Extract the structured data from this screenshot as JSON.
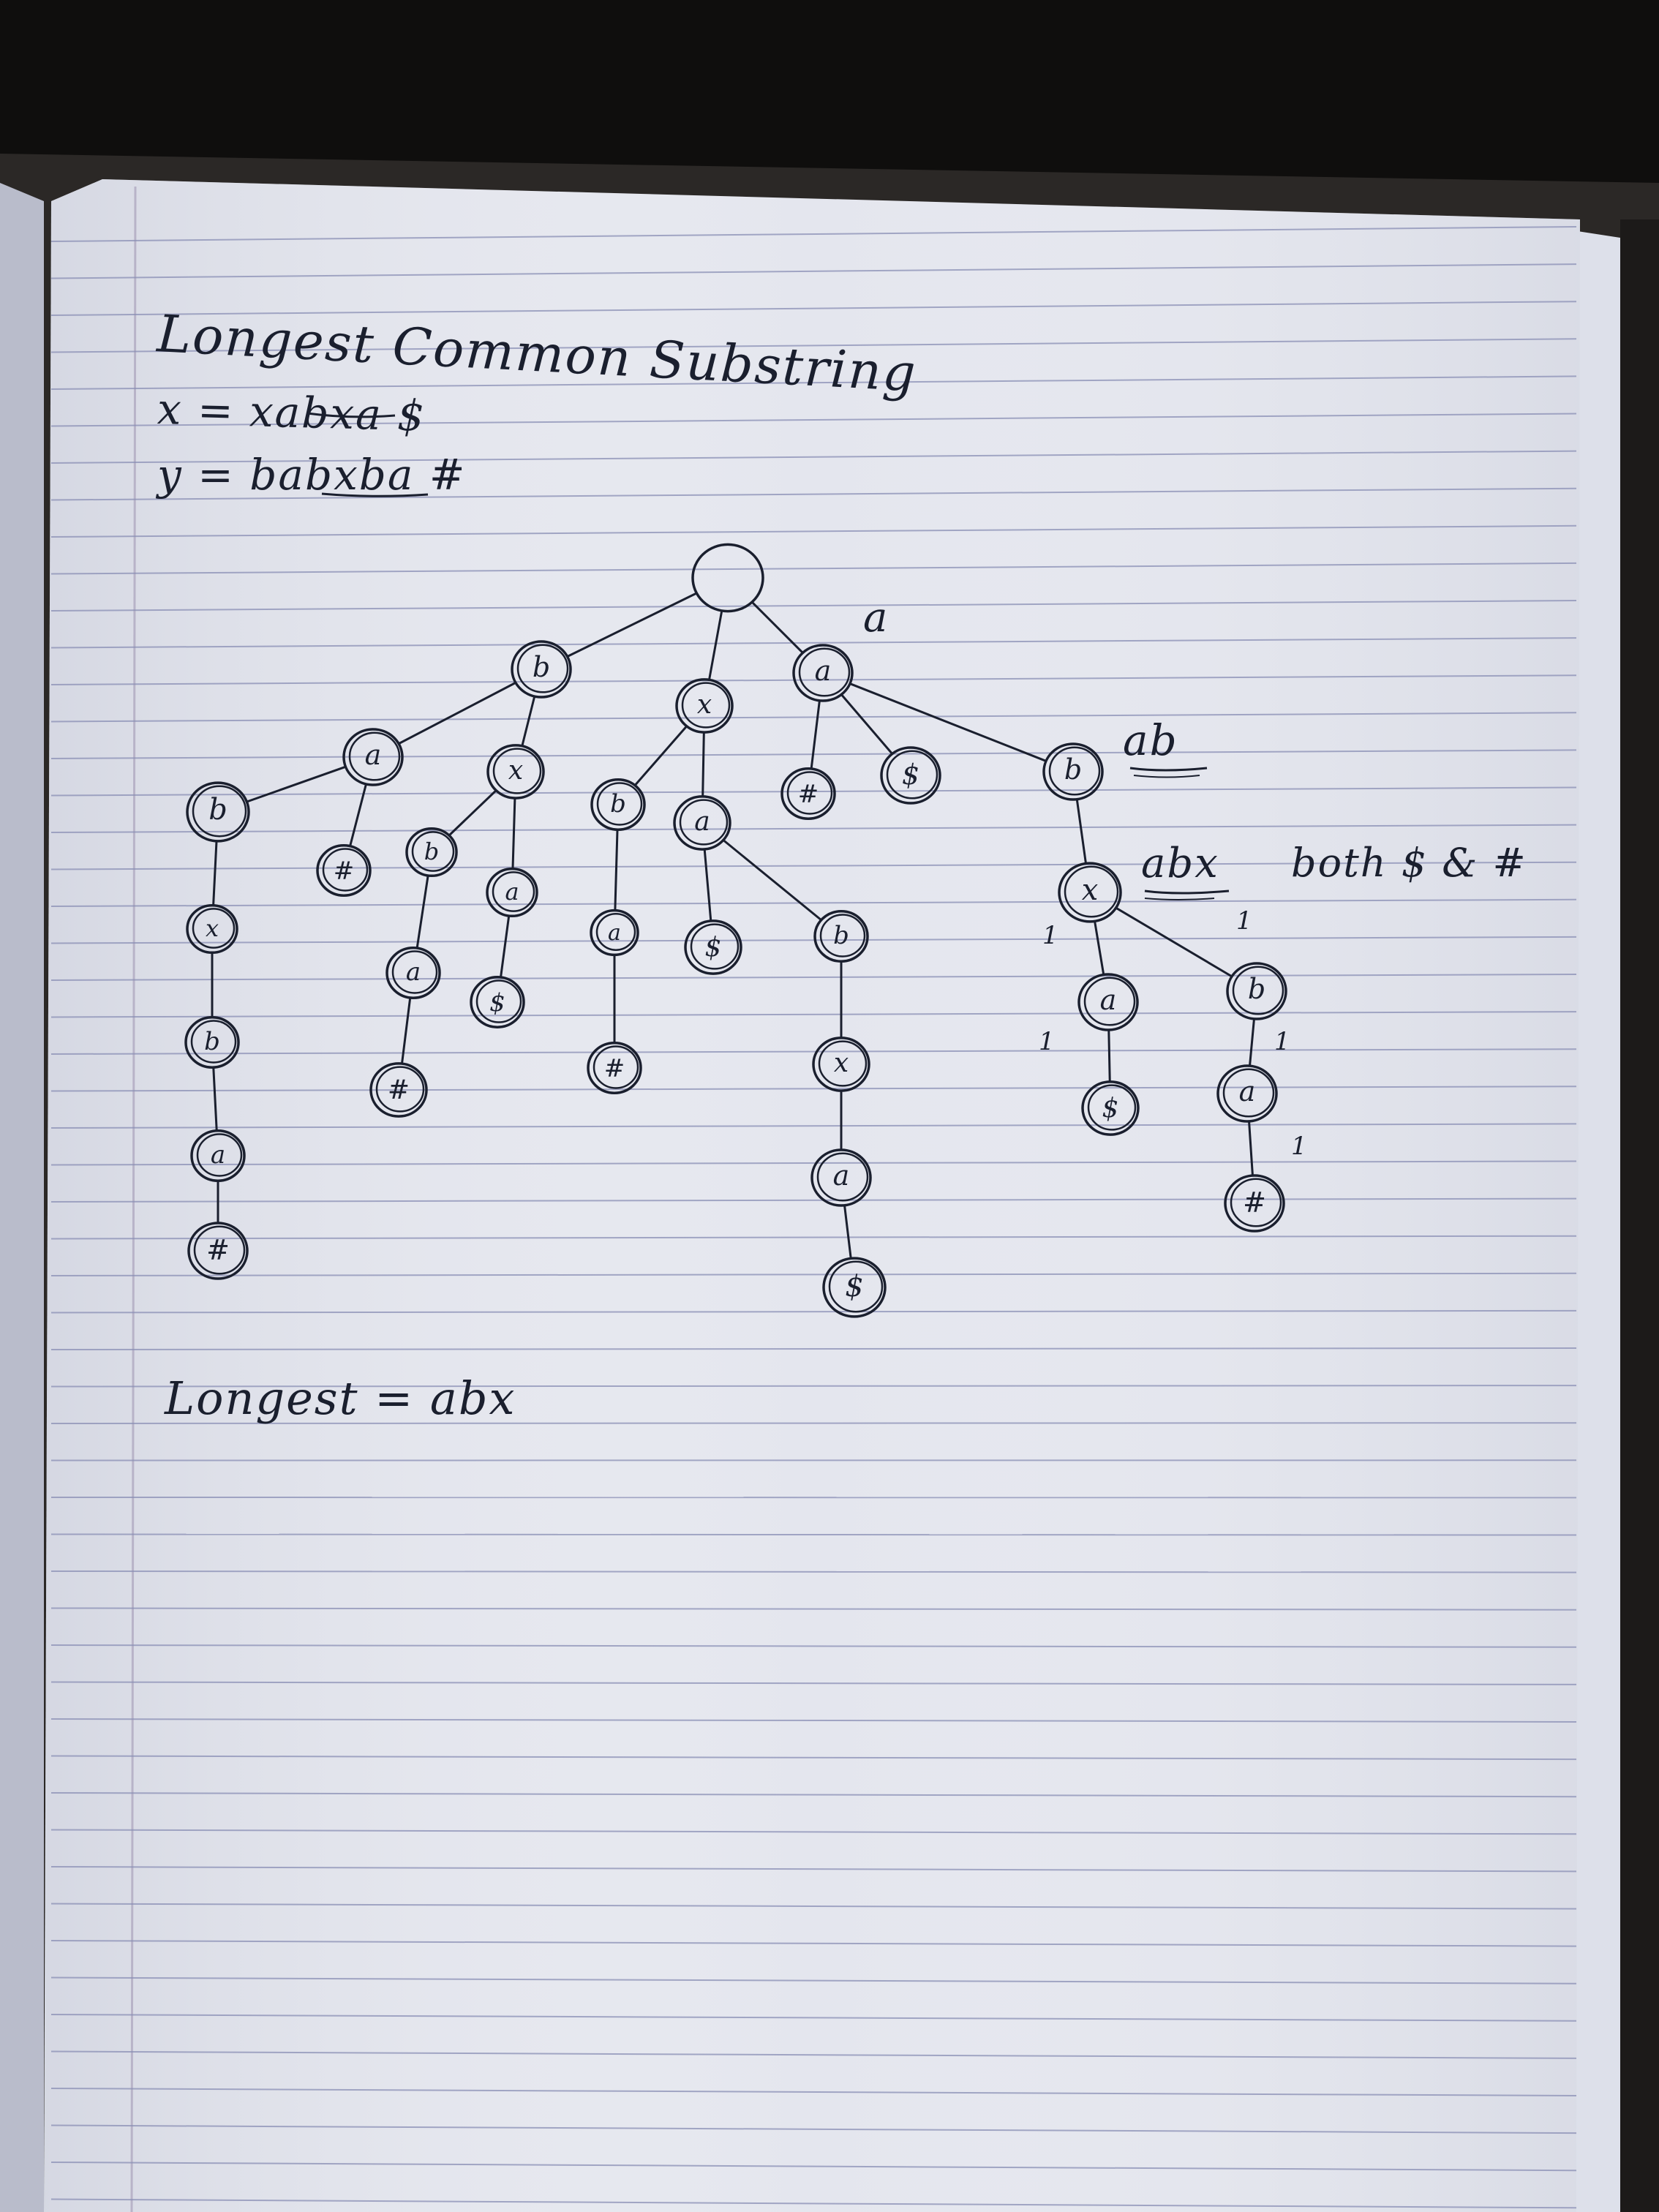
{
  "notes": {
    "title": "Longest Common Substring",
    "string_x": "x = xabxa $",
    "string_y": "y = babxba #",
    "edge_label_a": "a",
    "edge_label_ab": "ab",
    "edge_label_abx": "abx",
    "edge_note_both": "both $ & #",
    "edge_count_mark": "1",
    "answer": "Longest = abx"
  },
  "tree": {
    "nodes": [
      {
        "id": "root",
        "label": ""
      },
      {
        "id": "b1",
        "label": "b"
      },
      {
        "id": "x1",
        "label": "x"
      },
      {
        "id": "a1",
        "label": "a"
      },
      {
        "id": "a2",
        "label": "a"
      },
      {
        "id": "x2",
        "label": "x"
      },
      {
        "id": "b2",
        "label": "b"
      },
      {
        "id": "a3",
        "label": "a"
      },
      {
        "id": "h1",
        "label": "#"
      },
      {
        "id": "d1",
        "label": "$"
      },
      {
        "id": "b3",
        "label": "b"
      },
      {
        "id": "bL",
        "label": "b"
      },
      {
        "id": "xL",
        "label": "x"
      },
      {
        "id": "bL2",
        "label": "b"
      },
      {
        "id": "aL",
        "label": "a"
      },
      {
        "id": "hL",
        "label": "#"
      },
      {
        "id": "h2",
        "label": "#"
      },
      {
        "id": "b4",
        "label": "b"
      },
      {
        "id": "a4",
        "label": "a"
      },
      {
        "id": "h3",
        "label": "#"
      },
      {
        "id": "a5",
        "label": "a"
      },
      {
        "id": "d2",
        "label": "$"
      },
      {
        "id": "a6",
        "label": "a"
      },
      {
        "id": "h4",
        "label": "#"
      },
      {
        "id": "d3",
        "label": "$"
      },
      {
        "id": "b5",
        "label": "b"
      },
      {
        "id": "x3",
        "label": "x"
      },
      {
        "id": "a7",
        "label": "a"
      },
      {
        "id": "d4",
        "label": "$"
      },
      {
        "id": "x4",
        "label": "x"
      },
      {
        "id": "a8",
        "label": "a"
      },
      {
        "id": "d5",
        "label": "$"
      },
      {
        "id": "b6",
        "label": "b"
      },
      {
        "id": "a9",
        "label": "a"
      },
      {
        "id": "h5",
        "label": "#"
      }
    ],
    "edges": [
      [
        "root",
        "b1"
      ],
      [
        "root",
        "x1"
      ],
      [
        "root",
        "a1"
      ],
      [
        "b1",
        "a2"
      ],
      [
        "b1",
        "x2"
      ],
      [
        "x1",
        "b2"
      ],
      [
        "x1",
        "a3"
      ],
      [
        "a1",
        "h1"
      ],
      [
        "a1",
        "d1"
      ],
      [
        "a1",
        "b3"
      ],
      [
        "a2",
        "bL"
      ],
      [
        "a2",
        "h2"
      ],
      [
        "bL",
        "xL"
      ],
      [
        "xL",
        "bL2"
      ],
      [
        "bL2",
        "aL"
      ],
      [
        "aL",
        "hL"
      ],
      [
        "x2",
        "b4"
      ],
      [
        "x2",
        "a5"
      ],
      [
        "b4",
        "a4"
      ],
      [
        "a4",
        "h3"
      ],
      [
        "a5",
        "d2"
      ],
      [
        "b2",
        "a6"
      ],
      [
        "a6",
        "h4"
      ],
      [
        "a3",
        "d3"
      ],
      [
        "a3",
        "b5"
      ],
      [
        "b5",
        "x3"
      ],
      [
        "x3",
        "a7"
      ],
      [
        "a7",
        "d4"
      ],
      [
        "b3",
        "x4"
      ],
      [
        "x4",
        "a8"
      ],
      [
        "a8",
        "d5"
      ],
      [
        "x4",
        "b6"
      ],
      [
        "b6",
        "a9"
      ],
      [
        "a9",
        "h5"
      ]
    ]
  }
}
